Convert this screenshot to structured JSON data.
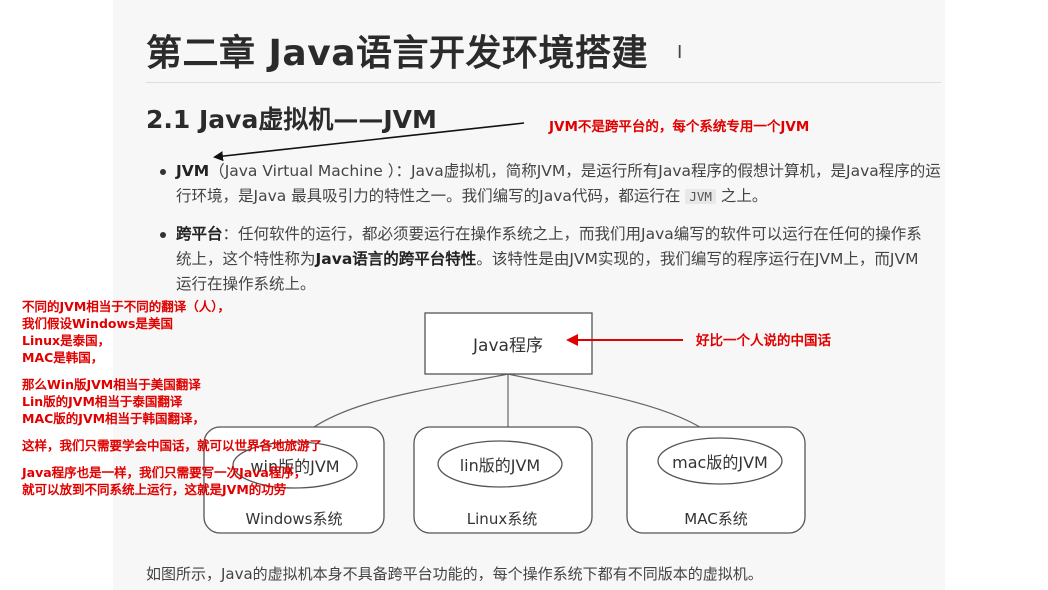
{
  "chapter_title": "第二章 Java语言开发环境搭建",
  "section_title": "2.1 Java虚拟机——JVM",
  "bullet_jvm": {
    "term": "JVM",
    "text_line1": "（Java Virtual Machine ）：Java虚拟机，简称JVM，是运行所有Java程序的假想计算机，是Java程序的运",
    "text_line2_pre": "行环境，是Java 最具吸引力的特性之一。我们编写的Java代码，都运行在",
    "code": "JVM",
    "text_line2_post": "之上。"
  },
  "bullet_cross": {
    "term": "跨平台",
    "line1": "：任何软件的运行，都必须要运行在操作系统之上，而我们用Java编写的软件可以运行在任何的操作系",
    "line2_pre": "统上，这个特性称为",
    "line2_bold": "Java语言的跨平台特性",
    "line2_post": "。该特性是由JVM实现的，我们编写的程序运行在JVM上，而JVM",
    "line3": "运行在操作系统上。"
  },
  "diagram": {
    "program_label": "Java程序",
    "systems": [
      {
        "jvm": "win版的JVM",
        "os": "Windows系统"
      },
      {
        "jvm": "lin版的JVM",
        "os": "Linux系统"
      },
      {
        "jvm": "mac版的JVM",
        "os": "MAC系统"
      }
    ]
  },
  "caption": "如图所示，Java的虚拟机本身不具备跨平台功能的，每个操作系统下都有不同版本的虚拟机。",
  "annotations": {
    "jvm_note": "JVM不是跨平台的，每个系统专用一个JVM",
    "program_note": "好比一个人说的中国话",
    "left_lines_a": [
      "不同的JVM相当于不同的翻译（人），",
      "我们假设Windows是美国",
      "Linux是泰国，",
      "MAC是韩国，"
    ],
    "left_lines_b": [
      "那么Win版JVM相当于美国翻译",
      "Lin版的JVM相当于泰国翻译",
      "MAC版的JVM相当于韩国翻译，"
    ],
    "left_line_c": "这样，我们只需要学会中国话，就可以世界各地旅游了",
    "left_lines_d": [
      "Java程序也是一样，我们只需要写一次Java程序，",
      "就可以放到不同系统上运行，这就是JVM的功劳"
    ]
  },
  "colors": {
    "annotation_red": "#e00000",
    "text_gray": "#444444",
    "page_bg": "#f7f7f7"
  }
}
